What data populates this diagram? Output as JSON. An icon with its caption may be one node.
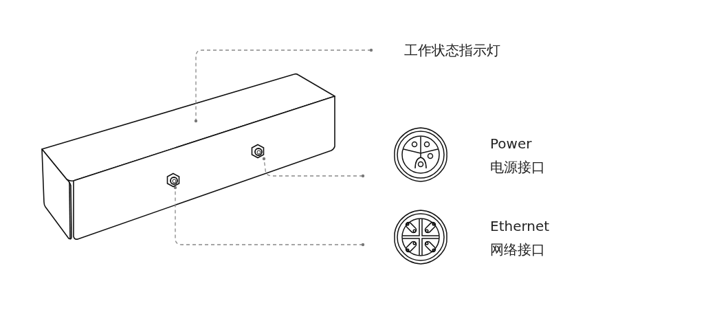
{
  "diagram": {
    "nodes": [
      {
        "text": [
          "工作状态指示灯"
        ]
      },
      {
        "text": [],
        "shape": "picture"
      },
      {
        "text": [],
        "shape": "picture"
      },
      {
        "text": [
          "Power",
          "电源接口"
        ]
      },
      {
        "text": [
          "Ethernet",
          "网络接口"
        ]
      }
    ],
    "edges": [
      {
        "from": 0,
        "to": null,
        "arrow": "other",
        "style": "dashed"
      },
      {
        "from": 3,
        "to": 1,
        "arrow": "other",
        "style": "dashed"
      },
      {
        "from": 4,
        "to": 2,
        "arrow": "other",
        "style": "dashed"
      }
    ]
  }
}
